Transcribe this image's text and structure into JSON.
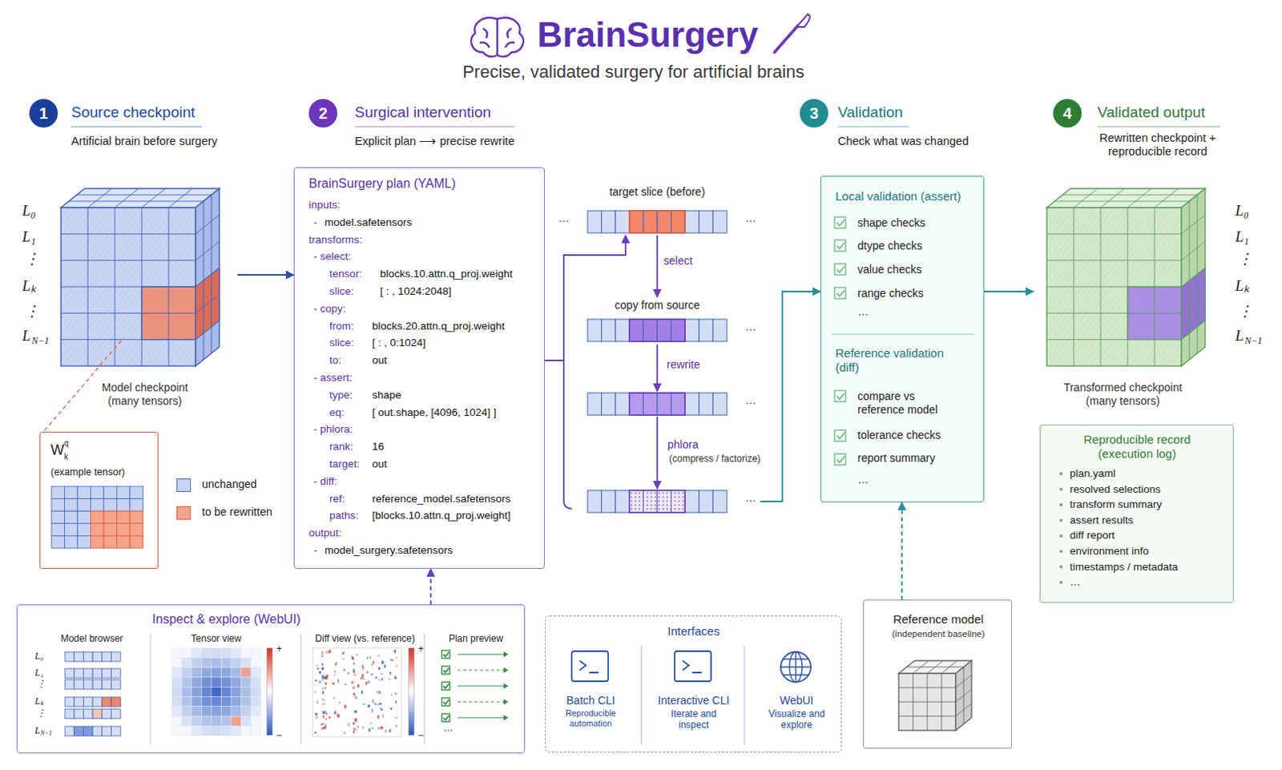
{
  "diagram": {
    "title": "BrainSurgery",
    "caption": "Precise, validated surgery for artificial brains",
    "nodes": [
      {
        "text": [
          "Model checkpoint (many tensors)"
        ]
      },
      {
        "text": [
          "W",
          "q",
          "k",
          "(example tensor)"
        ]
      },
      {
        "text": [
          "BrainSurgery plan (YAML)",
          "inputs:",
          "-",
          "model.safetensors",
          "transforms:",
          "- select:",
          "tensor:",
          "blocks.10.attn.q_proj.weight",
          "slice:",
          "[ : , 1024:2048]",
          "- copy:",
          "from:",
          "blocks.20.attn.q_proj.weight",
          "slice:",
          "[ : , 0:1024]",
          "to:",
          "out",
          "- assert:",
          "type:",
          "shape",
          "eq:",
          "[ out.shape, [4096, 1024] ]",
          "- phlora:",
          "rank:",
          "16",
          "target:",
          "out",
          "- diff:",
          "ref:",
          "reference_model.safetensors",
          "paths:",
          "[blocks.10.attn.q_proj.weight]",
          "output:",
          "-",
          "model_surgery.safetensors"
        ]
      },
      {
        "text": [
          "target slice (before)",
          "…",
          "…"
        ]
      },
      {
        "text": [
          "copy from source",
          "…"
        ]
      },
      {
        "text": [
          "…"
        ]
      },
      {
        "text": [
          "…"
        ]
      },
      {
        "text": [
          "Local validation (assert)",
          "shape checks",
          "dtype checks",
          "value checks",
          "range checks",
          "…",
          "Reference validation (diff)",
          "compare vs reference model",
          "tolerance checks",
          "report summary",
          "…"
        ]
      },
      {
        "text": [
          "Transformed checkpoint (many tensors)"
        ]
      },
      {
        "text": [
          "Reproducible record (execution log)",
          "plan.yaml",
          "resolved selections",
          "transform summary",
          "assert results",
          "diff report",
          "environment info",
          "timestamps / metadata",
          "…"
        ]
      },
      {
        "text": [
          "Inspect & explore (WebUI)",
          "Model browser",
          "Tensor view",
          "Diff view (vs. reference)",
          "Plan preview"
        ]
      },
      {
        "text": [
          "Interfaces"
        ]
      },
      {
        "text": [
          "Batch CLI",
          "Reproducible automation"
        ],
        "in": 11
      },
      {
        "text": [
          "Interactive CLI",
          "Iterate and inspect"
        ],
        "in": 11
      },
      {
        "text": [
          "WebUI",
          "Visualize and explore"
        ],
        "in": 11
      },
      {
        "text": [
          "Reference model",
          "(independent baseline)"
        ]
      }
    ],
    "edges": [
      {
        "from": 0,
        "to": 2,
        "arrow": "to"
      },
      {
        "from": 2,
        "to": 3,
        "arrow": "to"
      },
      {
        "from": 3,
        "to": 4,
        "label": "select",
        "arrow": "to"
      },
      {
        "from": 4,
        "to": 5,
        "label": "rewrite",
        "arrow": "to"
      },
      {
        "from": 5,
        "to": 6,
        "label": "phlora",
        "arrow": "to"
      },
      {
        "from": 6,
        "to": 7,
        "arrow": "to"
      },
      {
        "from": 7,
        "to": 8,
        "arrow": "to"
      },
      {
        "from": 15,
        "to": 7,
        "arrow": "to"
      },
      {
        "from": 10,
        "to": 2,
        "arrow": "to"
      }
    ],
    "labels": [
      "1",
      "Source checkpoint",
      "Artificial brain before surgery",
      "2",
      "Surgical intervention",
      "Explicit plan ⟶ precise rewrite",
      "3",
      "Validation",
      "Check what was changed",
      "4",
      "Validated output",
      "Rewritten checkpoint + reproducible record",
      "L₀",
      "L₁",
      "⋮",
      "Lₖ",
      "⋮",
      "L",
      "N−1",
      "L₀",
      "L₁",
      "⋮",
      "Lₖ",
      "⋮",
      "L",
      "N−1",
      "(compress / factorize)",
      "L₀",
      "L₁",
      "⋮",
      "Lₖ",
      "⋮",
      "L",
      "N−1",
      "+",
      "−",
      "+",
      "−",
      "…"
    ],
    "legend": [
      {
        "text": "unchanged",
        "color": "#c6d3f1"
      },
      {
        "text": "to be rewritten",
        "color": "#f5a58c"
      }
    ]
  }
}
